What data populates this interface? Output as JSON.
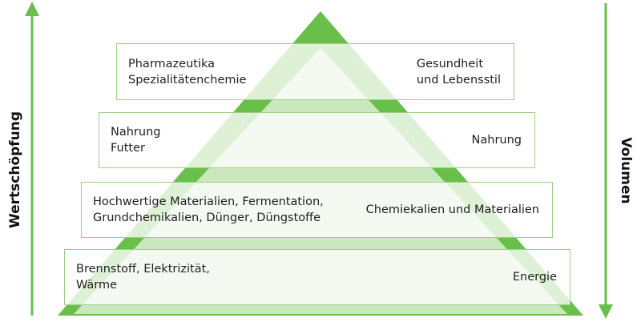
{
  "diagram": {
    "axis_left": "Wertschöpfung",
    "axis_right": "Volumen",
    "tiers": [
      {
        "left": [
          "Pharmazeutika",
          "Spezialitätenchemie"
        ],
        "right": [
          "Gesundheit",
          "und Lebensstil"
        ]
      },
      {
        "left": [
          "Nahrung",
          "Futter"
        ],
        "right": [
          "Nahrung"
        ]
      },
      {
        "left": [
          "Hochwertige Materialien, Fermentation,",
          "Grundchemikalien, Dünger, Düngstoffe"
        ],
        "right": [
          "Chemiekalien und Materialien"
        ]
      },
      {
        "left": [
          "Brennstoff, Elektrizität,",
          "Wärme"
        ],
        "right": [
          "Energie"
        ]
      }
    ],
    "colors": {
      "green": "#6abf4b",
      "light_green": "#cbe7bd",
      "box_border": "#9dcf8a"
    }
  }
}
